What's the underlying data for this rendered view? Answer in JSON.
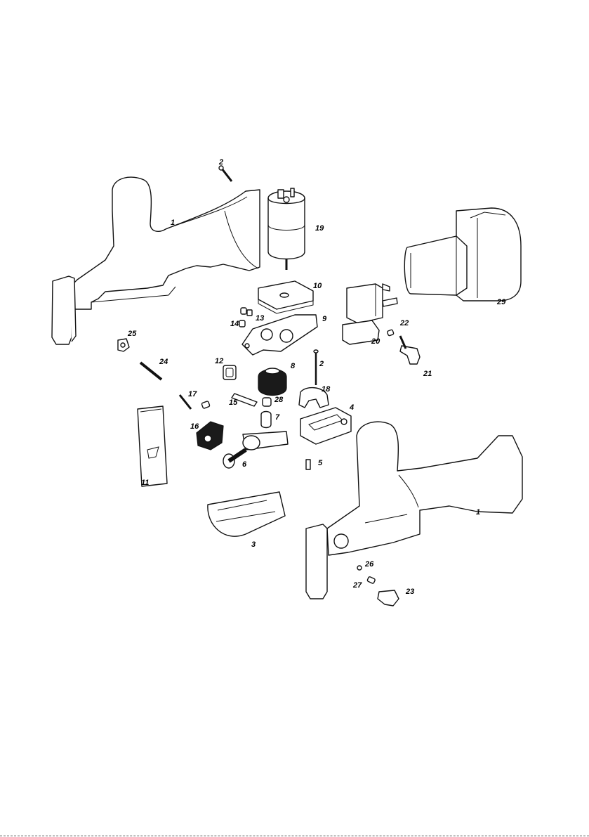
{
  "diagram": {
    "type": "exploded-parts-view",
    "callouts": [
      {
        "id": "c1a",
        "text": "1"
      },
      {
        "id": "c1b",
        "text": "1"
      },
      {
        "id": "c2a",
        "text": "2"
      },
      {
        "id": "c2b",
        "text": "2"
      },
      {
        "id": "c3",
        "text": "3"
      },
      {
        "id": "c4",
        "text": "4"
      },
      {
        "id": "c5",
        "text": "5"
      },
      {
        "id": "c6",
        "text": "6"
      },
      {
        "id": "c7",
        "text": "7"
      },
      {
        "id": "c8",
        "text": "8"
      },
      {
        "id": "c9",
        "text": "9"
      },
      {
        "id": "c10",
        "text": "10"
      },
      {
        "id": "c11",
        "text": "11"
      },
      {
        "id": "c12",
        "text": "12"
      },
      {
        "id": "c13",
        "text": "13"
      },
      {
        "id": "c14",
        "text": "14"
      },
      {
        "id": "c15",
        "text": "15"
      },
      {
        "id": "c16",
        "text": "16"
      },
      {
        "id": "c17",
        "text": "17"
      },
      {
        "id": "c18",
        "text": "18"
      },
      {
        "id": "c19",
        "text": "19"
      },
      {
        "id": "c20",
        "text": "20"
      },
      {
        "id": "c21",
        "text": "21"
      },
      {
        "id": "c22",
        "text": "22"
      },
      {
        "id": "c23",
        "text": "23"
      },
      {
        "id": "c24",
        "text": "24"
      },
      {
        "id": "c25",
        "text": "25"
      },
      {
        "id": "c26",
        "text": "26"
      },
      {
        "id": "c27",
        "text": "27"
      },
      {
        "id": "c28",
        "text": "28"
      },
      {
        "id": "c29",
        "text": "29"
      }
    ]
  }
}
